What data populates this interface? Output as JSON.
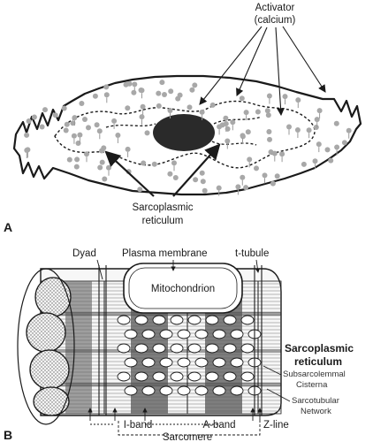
{
  "panel_a": {
    "letter": "A",
    "activator_line1": "Activator",
    "activator_line2": "(calcium)",
    "sr_line1": "Sarcoplasmic",
    "sr_line2": "reticulum"
  },
  "panel_b": {
    "letter": "B",
    "dyad": "Dyad",
    "plasma_membrane": "Plasma membrane",
    "t_tubule": "t-tubule",
    "mitochondrion": "Mitochondrion",
    "sr_line1": "Sarcoplasmic",
    "sr_line2": "reticulum",
    "subsarcolemmal_line1": "Subsarcolemmal",
    "subsarcolemmal_line2": "Cisterna",
    "sarcotubular_line1": "Sarcotubular",
    "sarcotubular_line2": "Network",
    "i_band": "I-band",
    "a_band": "A-band",
    "z_line": "Z-line",
    "sarcomere": "Sarcomere"
  },
  "colors": {
    "ink": "#1a1a1a",
    "calcium_dot": "#a8a8a8",
    "nucleus": "#2a2a2a",
    "band_dark": "#555555"
  }
}
